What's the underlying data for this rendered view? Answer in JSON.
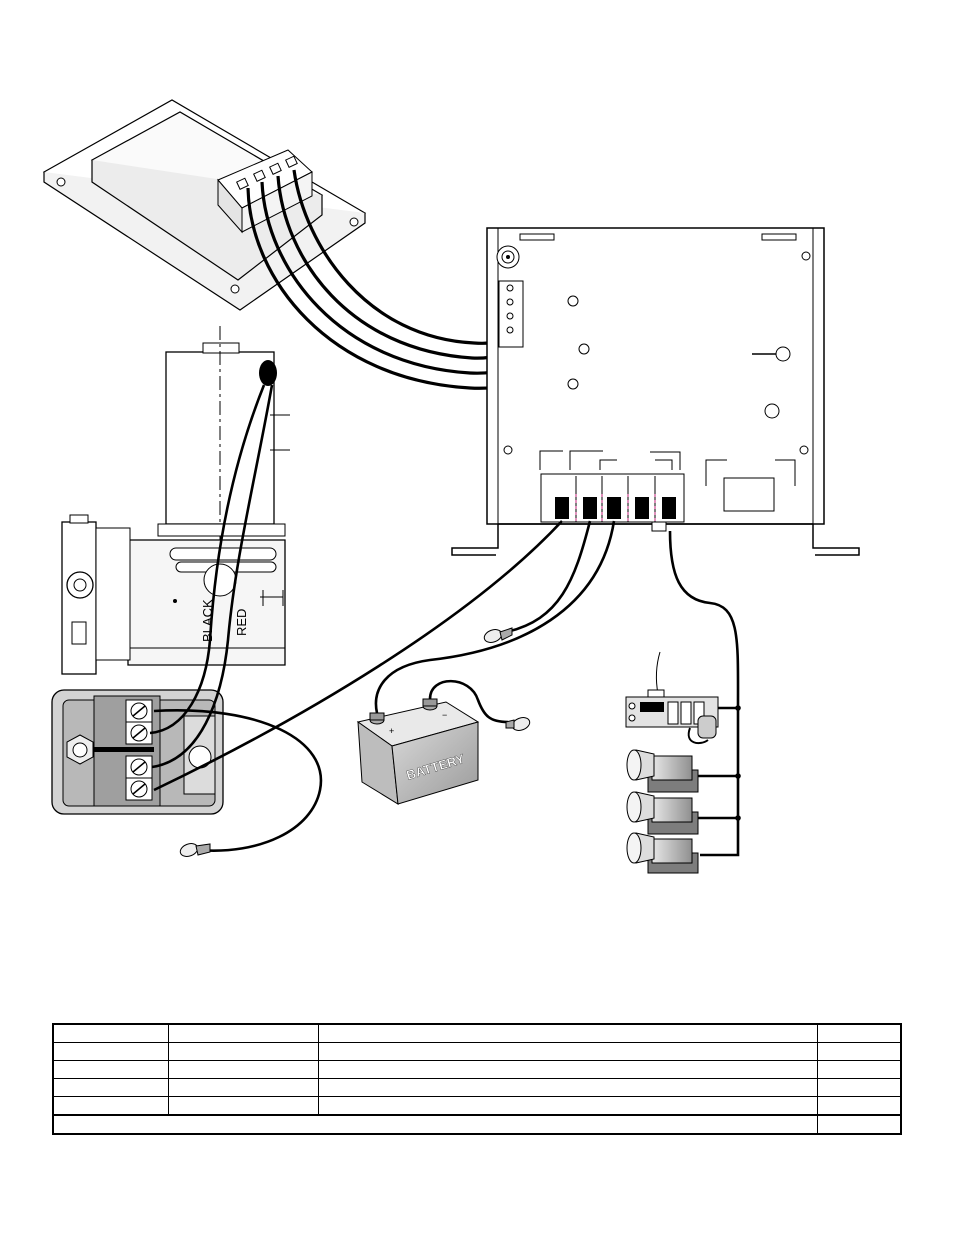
{
  "labels": {
    "motor_black": "BLACK",
    "motor_red": "RED",
    "battery": "BATTERY",
    "battery_plus": "+",
    "battery_minus": "−"
  },
  "parts_table": {
    "rows": [
      [
        "",
        "",
        "",
        ""
      ],
      [
        "",
        "",
        "",
        ""
      ],
      [
        "",
        "",
        "",
        ""
      ],
      [
        "",
        "",
        "",
        ""
      ],
      [
        "",
        "",
        "",
        ""
      ]
    ],
    "total_row": [
      "",
      ""
    ]
  }
}
